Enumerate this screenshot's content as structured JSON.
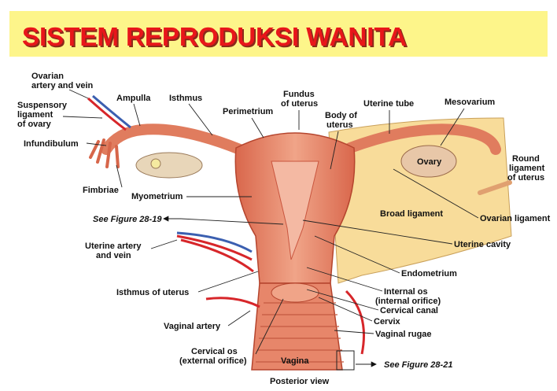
{
  "title": "SISTEM REPRODUKSI WANITA",
  "labels": {
    "ovarian_artery": [
      "Ovarian",
      "artery and vein"
    ],
    "suspensory": [
      "Suspensory",
      "ligament",
      "of ovary"
    ],
    "infundibulum": "Infundibulum",
    "fimbriae": "Fimbriae",
    "ampulla": "Ampulla",
    "isthmus": "Isthmus",
    "perimetrium": "Perimetrium",
    "fundus": [
      "Fundus",
      "of uterus"
    ],
    "body_uterus": [
      "Body of",
      "uterus"
    ],
    "uterine_tube": "Uterine tube",
    "mesovarium": "Mesovarium",
    "ovary": "Ovary",
    "round_ligament": [
      "Round",
      "ligament",
      "of uterus"
    ],
    "myometrium": "Myometrium",
    "see_fig_2819": "See Figure 28-19",
    "broad_ligament": "Broad ligament",
    "ovarian_ligament": "Ovarian ligament",
    "uterine_artery": [
      "Uterine artery",
      "and vein"
    ],
    "uterine_cavity": "Uterine cavity",
    "endometrium": "Endometrium",
    "isthmus_uterus": "Isthmus of uterus",
    "internal_os": [
      "Internal os",
      "(internal orifice)"
    ],
    "cervical_canal": "Cervical canal",
    "vaginal_artery": "Vaginal artery",
    "cervix": "Cervix",
    "vaginal_rugae": "Vaginal rugae",
    "cervical_os": [
      "Cervical os",
      "(external orifice)"
    ],
    "vagina": "Vagina",
    "see_fig_2821": "See Figure 28-21",
    "posterior_view": "Posterior view"
  },
  "colors": {
    "title_bg": "#fdf58a",
    "title_text": "#e8161a",
    "title_shadow": "#8a2a1a",
    "uterus": "#e98a6c",
    "uterus_dark": "#c9553e",
    "lining": "#f4b9a3",
    "ligament": "#f8dc9a",
    "ovary": "#e8d6b9",
    "artery": "#d7262a",
    "vein": "#3b5fb0"
  },
  "icons": [
    "arrow-left-icon",
    "arrow-right-icon"
  ]
}
